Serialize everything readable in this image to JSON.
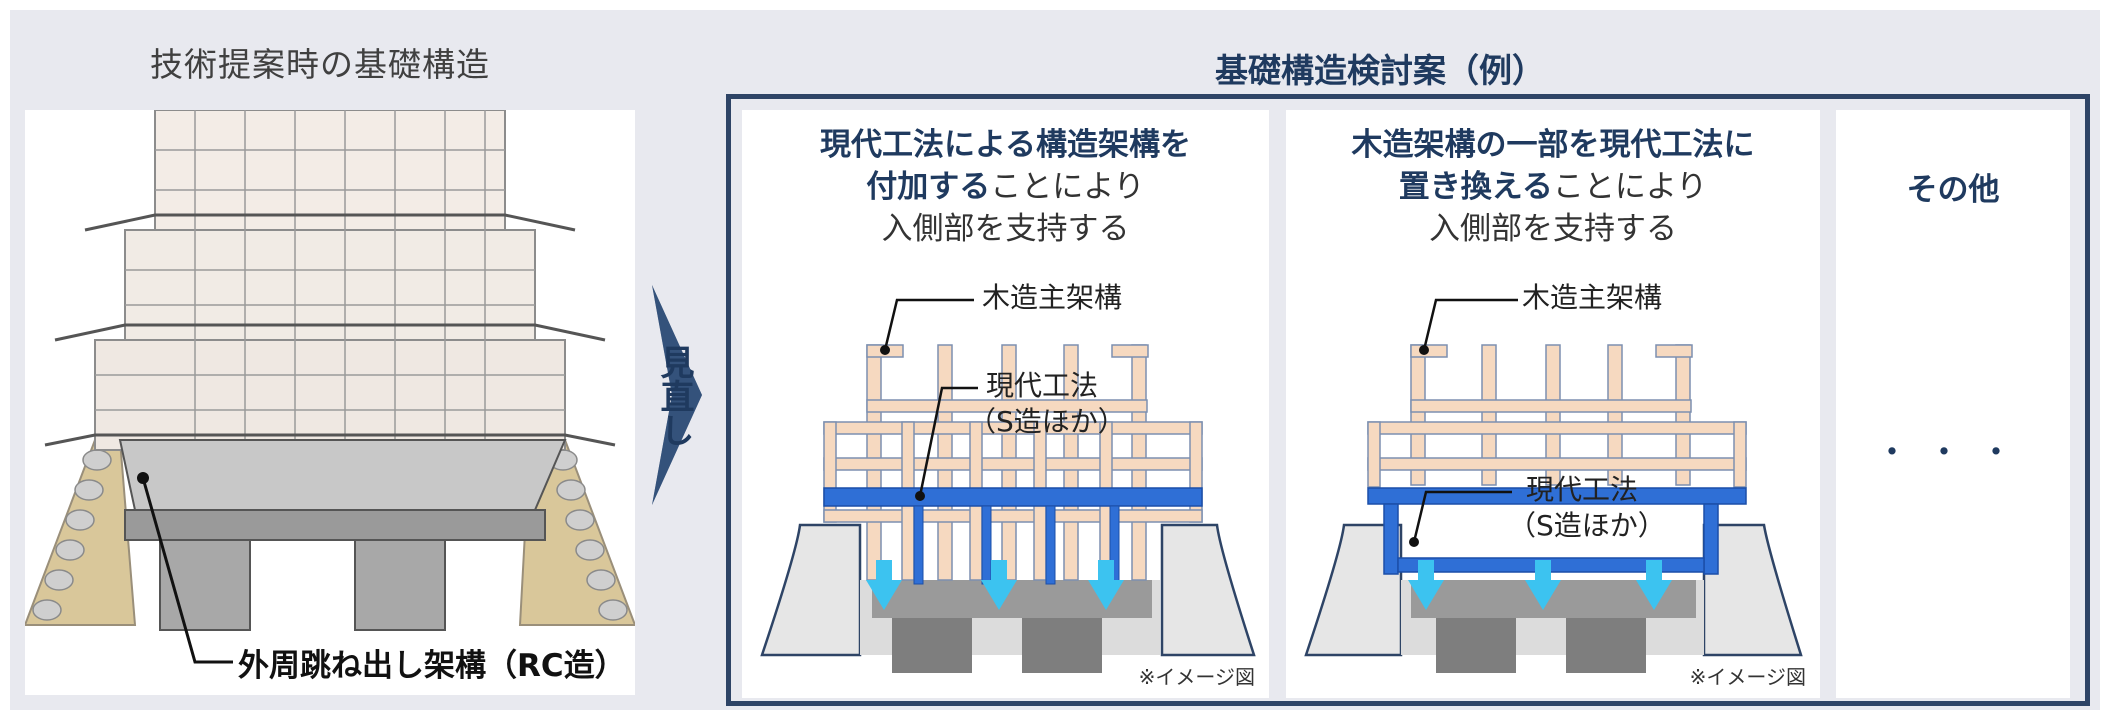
{
  "left": {
    "title": "技術提案時の基礎構造",
    "caption": "外周跳ね出し架構（RC造）"
  },
  "arrow_label": "見直し",
  "right": {
    "title": "基礎構造検討案（例）",
    "option1": {
      "head_line1": "現代工法による構造架構を",
      "head_line2_bold": "付加する",
      "head_line2_rest": "ことにより",
      "head_line3": "入側部を支持する",
      "label_wood": "木造主架構",
      "label_modern_line1": "現代工法",
      "label_modern_line2": "（S造ほか）",
      "note": "※イメージ図"
    },
    "option2": {
      "head_line1": "木造架構の一部を現代工法に",
      "head_line2_bold": "置き換える",
      "head_line2_rest": "ことにより",
      "head_line3": "入側部を支持する",
      "label_wood": "木造主架構",
      "label_modern_line1": "現代工法",
      "label_modern_line2": "（S造ほか）",
      "note": "※イメージ図"
    },
    "option3": {
      "head": "その他",
      "dots": "・・・"
    }
  },
  "colors": {
    "navy": "#1f3a5f",
    "frame": "#2e4466",
    "wood": "#f6d9c0",
    "steel": "#2f6fd6",
    "arrow": "#3cc3f0"
  }
}
